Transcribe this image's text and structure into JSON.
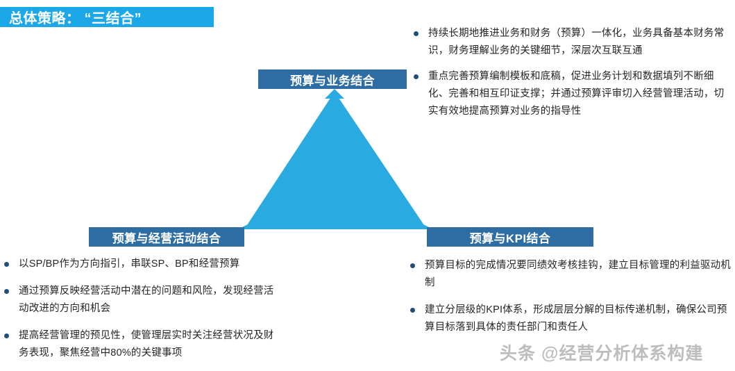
{
  "title": {
    "banner_text": "总体策略： “三结合”"
  },
  "diagram": {
    "top_label": "预算与业务结合",
    "bottom_left_label": "预算与经营活动结合",
    "bottom_right_label": "预算与KPI结合",
    "triangle_color": "#29ABE2",
    "label_box_color": "#2E6DA4",
    "banner_color": "#1BA7E8"
  },
  "bullets": {
    "top_right": [
      "持续长期地推进业务和财务（预算）一体化，业务具备基本财务常识，财务理解业务的关键细节，深层次互联互通",
      "重点完善预算编制模板和底稿，促进业务计划和数据填列不断细化、完善和相互印证支撑；并通过预算评审切入经营管理活动，切实有效地提高预算对业务的指导性"
    ],
    "bottom_left": [
      "以SP/BP作为方向指引，串联SP、BP和经营预算",
      "通过预算反映经营活动中潜在的问题和风险，发现经营活动改进的方向和机会",
      "提高经营管理的预见性，使管理层实时关注经营状况及财务表现，聚焦经营中80%的关键事项"
    ],
    "bottom_right": [
      "预算目标的完成情况要同绩效考核挂钩，建立目标管理的利益驱动机制",
      "建立分层级的KPI体系，形成层层分解的目标传递机制，确保公司预算目标落到具体的责任部门和责任人"
    ]
  },
  "watermark": {
    "text": "头条 @经营分析体系构建"
  }
}
